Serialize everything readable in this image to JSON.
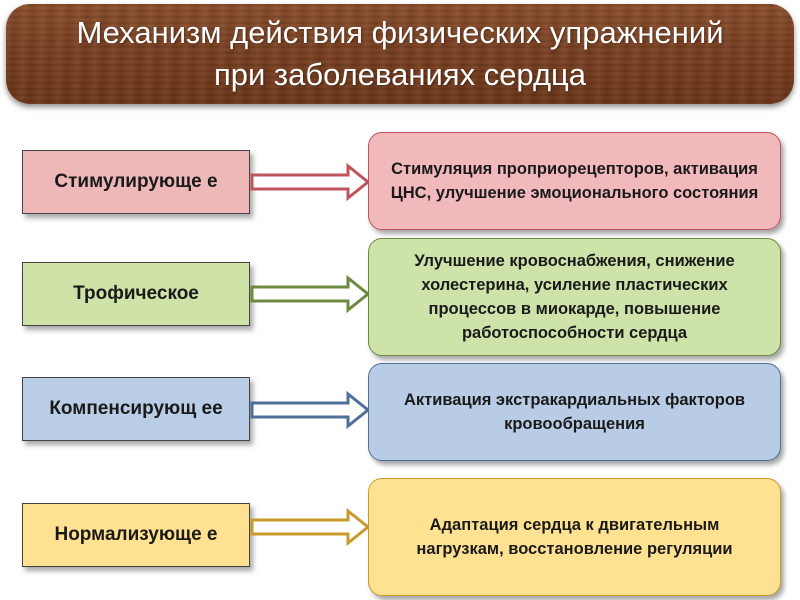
{
  "title": {
    "line1": "Механизм действия физических упражнений",
    "line2": "при заболеваниях сердца"
  },
  "rows": [
    {
      "label": "Стимулирующе е",
      "description": "Стимуляция проприорецепторов, активация ЦНС, улучшение эмоционального состояния",
      "color": "#e8a0a3"
    },
    {
      "label": "Трофическое",
      "description": "Улучшение кровоснабжения, снижение холестерина, усиление пластических  процессов в миокарде, повышение работоспособности сердца",
      "color": "#cde3a9"
    },
    {
      "label": "Компенсирующ ее",
      "description": "Активация экстракардиальных факторов кровообращения",
      "color": "#b8cce6"
    },
    {
      "label": "Нормализующе е",
      "description": "Адаптация сердца к двигательным нагрузкам, восстановление регуляции",
      "color": "#ffe291"
    }
  ]
}
